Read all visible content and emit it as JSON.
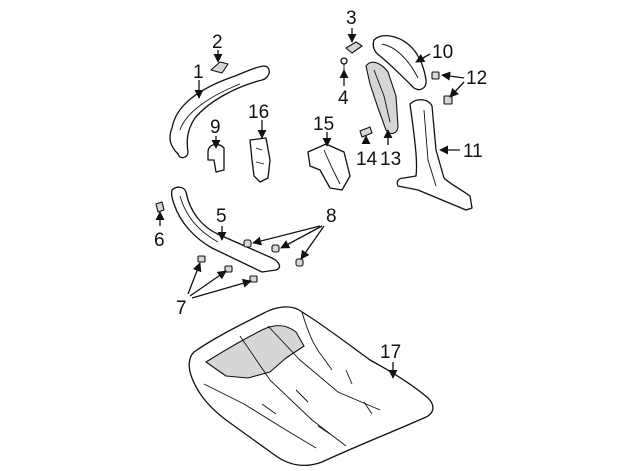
{
  "callouts": {
    "c1": "1",
    "c2": "2",
    "c3": "3",
    "c4": "4",
    "c5": "5",
    "c6": "6",
    "c7": "7",
    "c8": "8",
    "c9": "9",
    "c10": "10",
    "c11": "11",
    "c12": "12",
    "c13": "13",
    "c14": "14",
    "c15": "15",
    "c16": "16",
    "c17": "17"
  },
  "colors": {
    "line": "#111111",
    "shade": "#d6d6d6",
    "background": "#ffffff"
  }
}
